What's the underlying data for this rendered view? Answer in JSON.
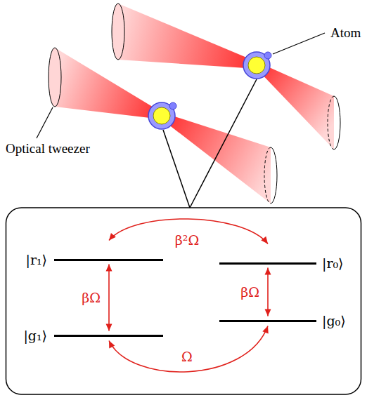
{
  "diagram": {
    "nodes": [
      {
        "text": [
          "|r₁⟩"
        ]
      },
      {
        "text": [
          "|r₀⟩"
        ]
      },
      {
        "text": [
          "|g₁⟩"
        ]
      },
      {
        "text": [
          "|g₀⟩"
        ]
      }
    ],
    "edges": [
      {
        "from": 0,
        "to": 2,
        "arrow": "both",
        "label": "βΩ"
      },
      {
        "from": 1,
        "to": 3,
        "arrow": "both",
        "label": "βΩ"
      },
      {
        "from": 0,
        "to": 1,
        "arrow": "both",
        "label": "β²Ω"
      },
      {
        "from": 2,
        "to": 3,
        "arrow": "both",
        "label": "Ω"
      }
    ],
    "labels": [
      "Atom",
      "Optical tweezer"
    ]
  }
}
